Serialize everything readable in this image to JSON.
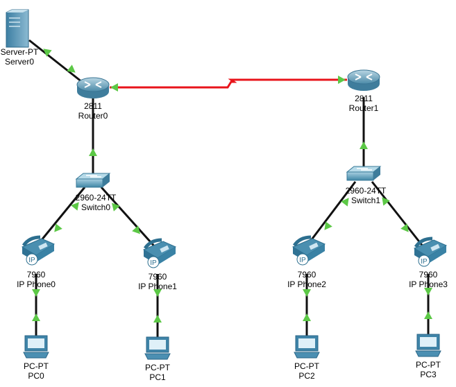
{
  "devices": {
    "server0": {
      "model": "Server-PT",
      "name": "Server0"
    },
    "router0": {
      "model": "2811",
      "name": "Router0"
    },
    "router1": {
      "model": "2811",
      "name": "Router1"
    },
    "switch0": {
      "model": "2960-24TT",
      "name": "Switch0"
    },
    "switch1": {
      "model": "2960-24TT",
      "name": "Switch1"
    },
    "phone0": {
      "model": "7960",
      "name": "IP Phone0"
    },
    "phone1": {
      "model": "7960",
      "name": "IP Phone1"
    },
    "phone2": {
      "model": "7960",
      "name": "IP Phone2"
    },
    "phone3": {
      "model": "7960",
      "name": "IP Phone3"
    },
    "pc0": {
      "model": "PC-PT",
      "name": "PC0"
    },
    "pc1": {
      "model": "PC-PT",
      "name": "PC1"
    },
    "pc2": {
      "model": "PC-PT",
      "name": "PC2"
    },
    "pc3": {
      "model": "PC-PT",
      "name": "PC3"
    }
  },
  "phone_badge": "IP",
  "colors": {
    "ethernet_link": "#111111",
    "serial_link": "#e8141b",
    "link_up_marker": "#5cc846",
    "device_blue": "#4a8fb0"
  }
}
